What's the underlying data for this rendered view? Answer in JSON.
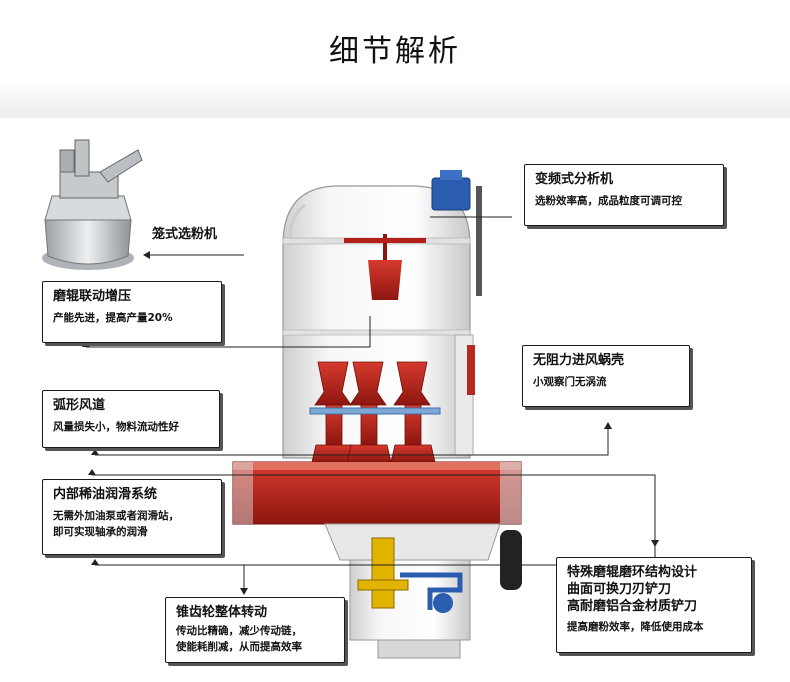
{
  "page_title": "细节解析",
  "separator_label": "笼式选粉机",
  "callouts": {
    "freq_analyzer": {
      "title": "变频式分析机",
      "sub": "选粉效率高，成品粒度可调可控"
    },
    "roller_pressure": {
      "title": "磨辊联动增压",
      "sub": "产能先进，提高产量20%"
    },
    "no_resistance": {
      "title": "无阻力进风蜗壳",
      "sub": "小观察门无涡流"
    },
    "arc_duct": {
      "title": "弧形风道",
      "sub": "风量损失小，物料流动性好"
    },
    "lubrication": {
      "title": "内部稀油润滑系统",
      "sub1": "无需外加油泵或者润滑站，",
      "sub2": "即可实现轴承的润滑"
    },
    "bevel_gear": {
      "title": "锥齿轮整体转动",
      "sub1": "传动比精确，减少传动链，",
      "sub2": "使能耗削减，从而提高效率"
    },
    "special_roller": {
      "line1": "特殊磨辊磨环结构设计",
      "line2": "曲面可换刀刃铲刀",
      "line3": "高耐磨铝合金材质铲刀",
      "sub": "提高磨粉效率，降低使用成本"
    }
  },
  "colors": {
    "machine_red": "#b3201a",
    "machine_white": "#f4f4f4",
    "motor_blue": "#2a5db0",
    "gear_yellow": "#e2b300"
  }
}
